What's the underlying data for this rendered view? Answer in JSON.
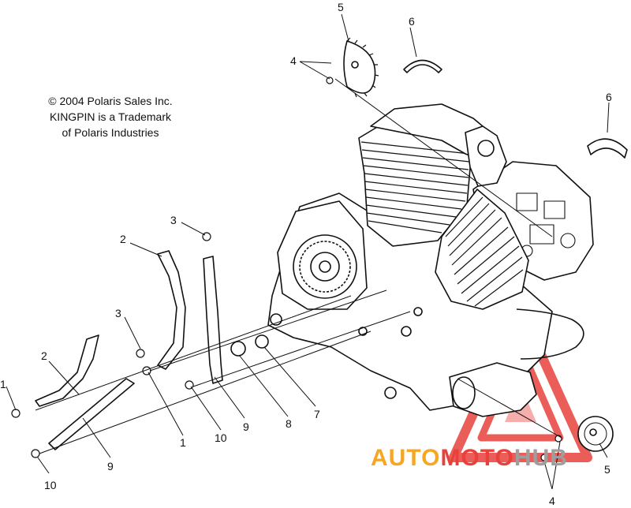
{
  "notice": {
    "line1": "© 2004 Polaris Sales Inc.",
    "line2": "KINGPIN is a Trademark",
    "line3": "of Polaris Industries"
  },
  "callouts": [
    {
      "id": "c5-top",
      "label": "5"
    },
    {
      "id": "c6-top",
      "label": "6"
    },
    {
      "id": "c4-top",
      "label": "4"
    },
    {
      "id": "c6-right",
      "label": "6"
    },
    {
      "id": "c3-upper",
      "label": "3"
    },
    {
      "id": "c2-upper",
      "label": "2"
    },
    {
      "id": "c3-lower",
      "label": "3"
    },
    {
      "id": "c2-lower",
      "label": "2"
    },
    {
      "id": "c1-left",
      "label": "1"
    },
    {
      "id": "c1-mid",
      "label": "1"
    },
    {
      "id": "c10-mid",
      "label": "10"
    },
    {
      "id": "c9-mid",
      "label": "9"
    },
    {
      "id": "c8",
      "label": "8"
    },
    {
      "id": "c7",
      "label": "7"
    },
    {
      "id": "c9-low",
      "label": "9"
    },
    {
      "id": "c10-low",
      "label": "10"
    },
    {
      "id": "c5-bottom",
      "label": "5"
    },
    {
      "id": "c4-bottom",
      "label": "4"
    }
  ],
  "watermark": {
    "text_part1": "AUTO",
    "text_part2": "MOTO",
    "text_part3": "HUB",
    "orange": "#F5A623",
    "red": "#E8413C",
    "gray": "#9E9E9E"
  },
  "colors": {
    "line": "#111111",
    "paper": "#ffffff"
  }
}
